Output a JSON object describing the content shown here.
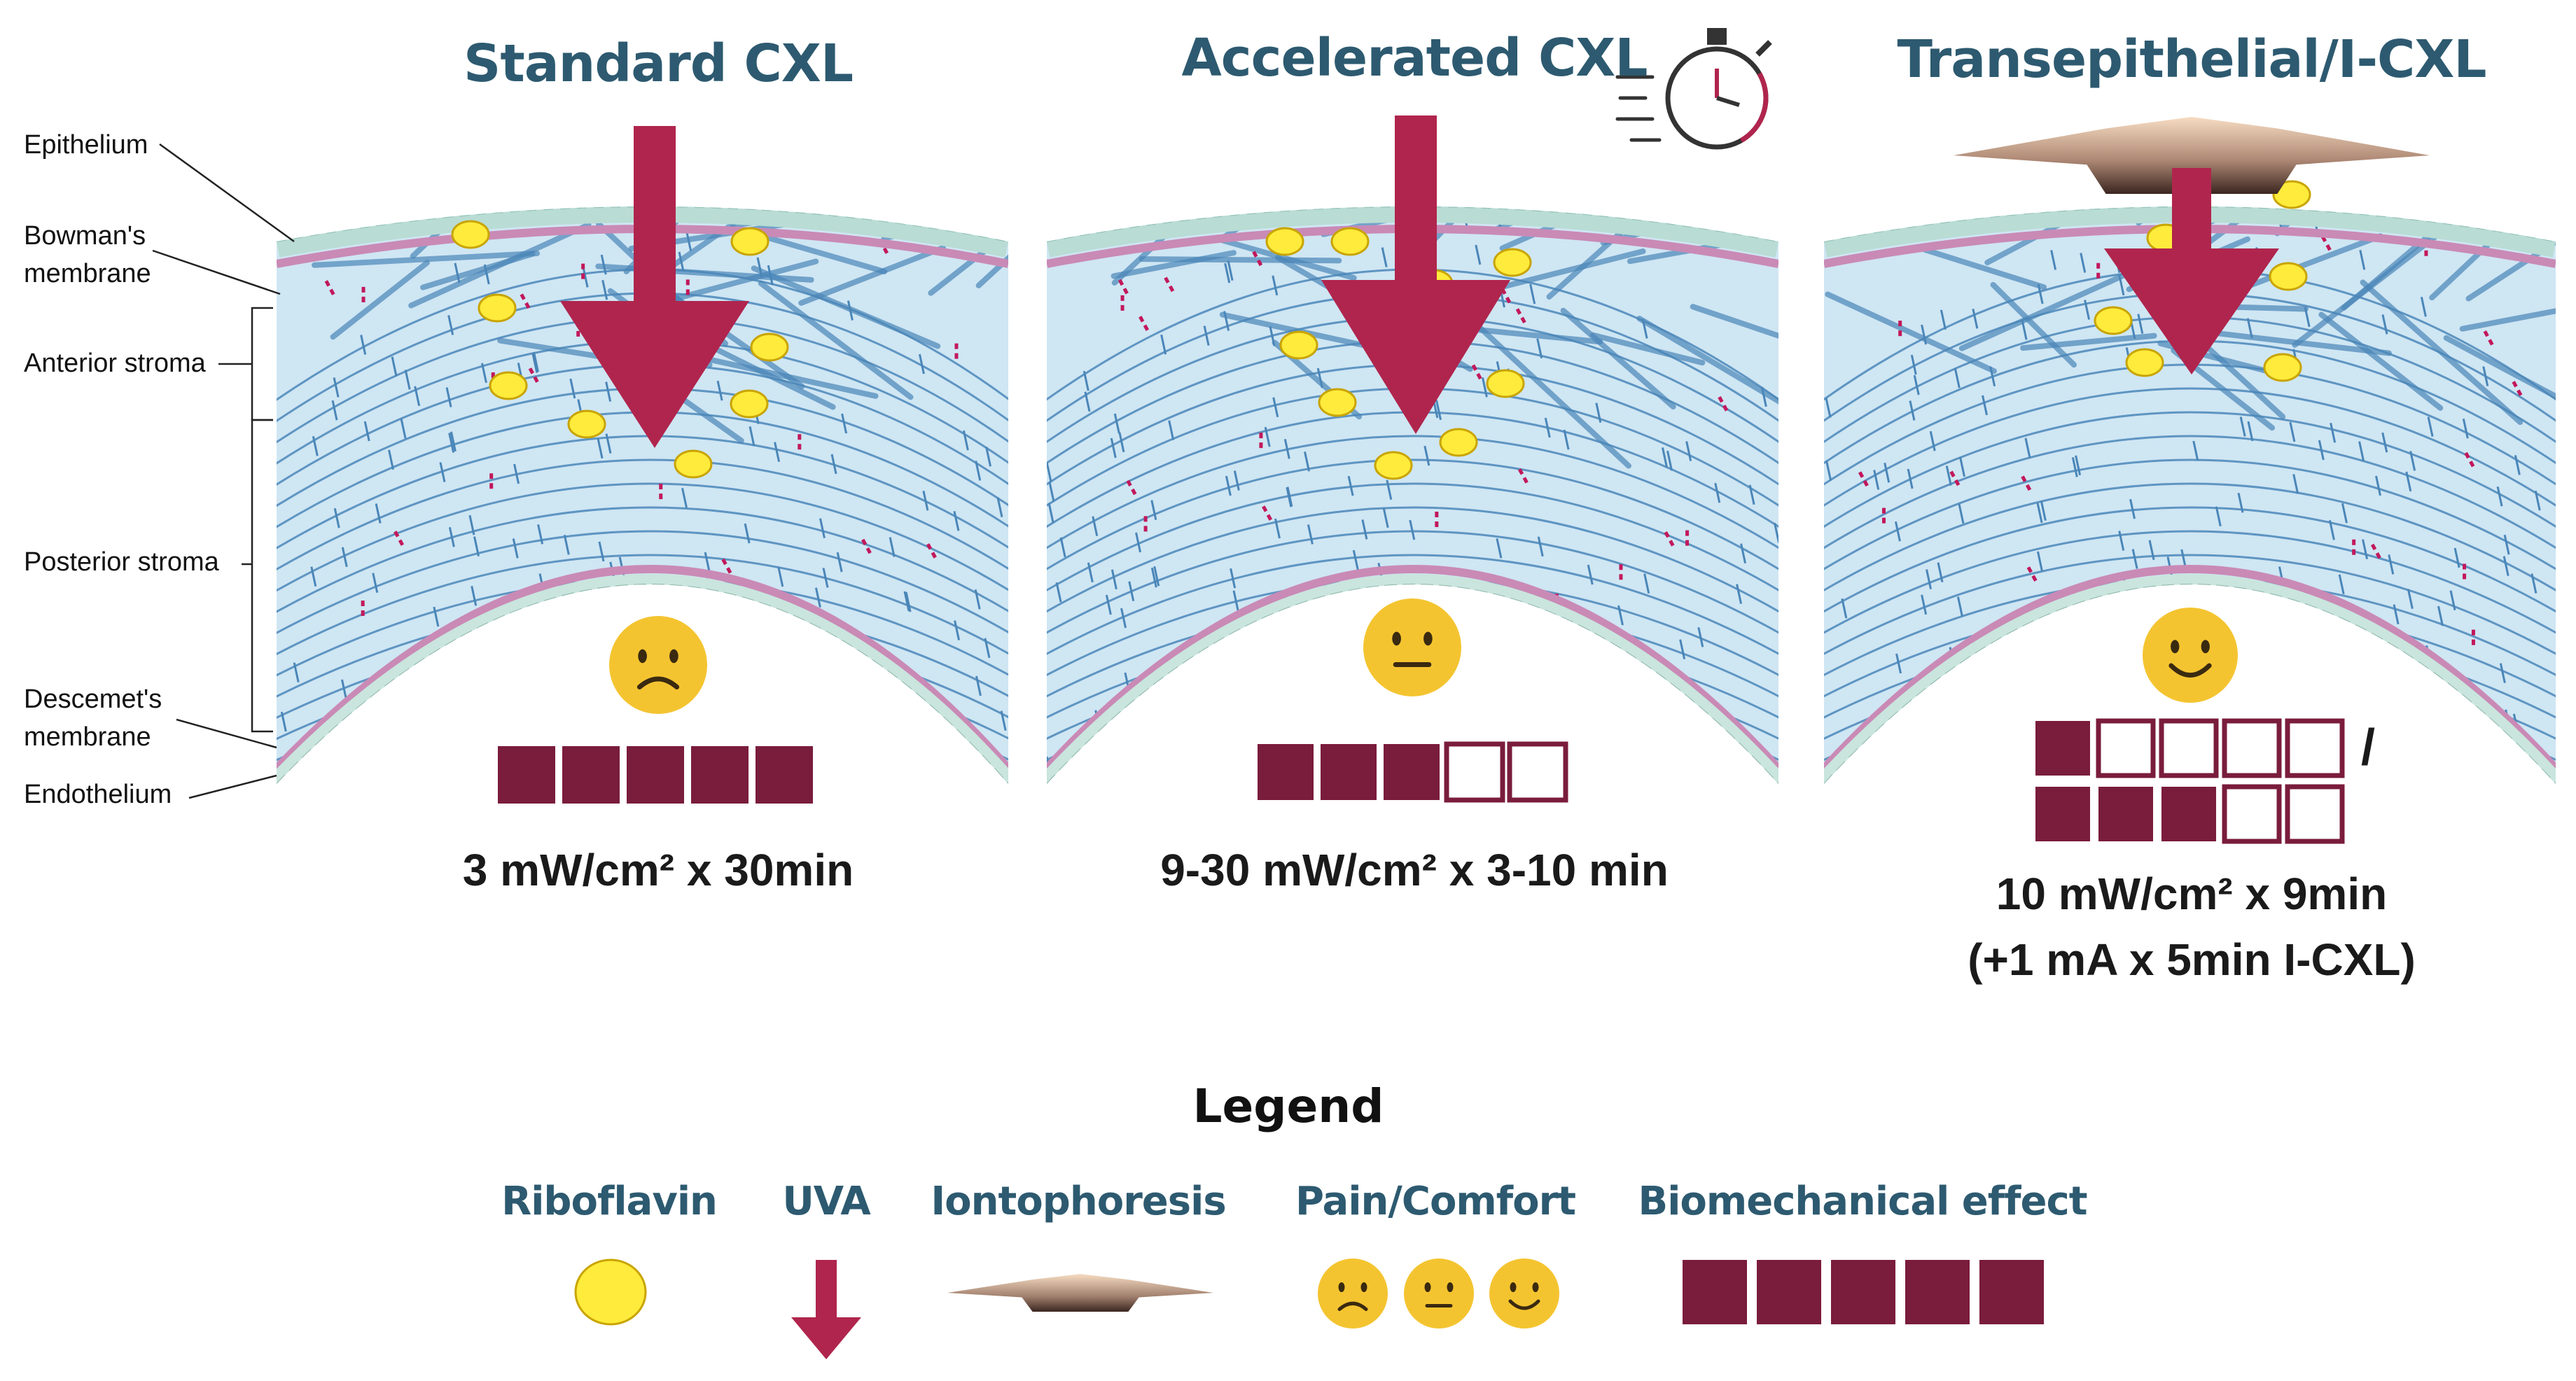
{
  "panels": [
    {
      "title": "Standard CXL",
      "params": [
        "3 mW/cm² x 30min"
      ],
      "comfort": "frown",
      "effect_rows": [
        5
      ]
    },
    {
      "title": "Accelerated CXL",
      "params": [
        "9-30 mW/cm² x 3-10 min"
      ],
      "comfort": "neutral",
      "effect_rows": [
        3
      ],
      "extra_icon": "stopwatch-icon"
    },
    {
      "title": "Transepithelial/I-CXL",
      "params": [
        "10 mW/cm² x 9min",
        "(+1 mA x 5min I-CXL)"
      ],
      "comfort": "smile",
      "effect_rows": [
        1,
        3
      ],
      "effect_separator": "/"
    }
  ],
  "anatomy_labels": {
    "epithelium": "Epithelium",
    "bowman": [
      "Bowman's",
      "membrane"
    ],
    "anterior_stroma": "Anterior stroma",
    "posterior_stroma": "Posterior stroma",
    "descemet": [
      "Descemet's",
      "membrane"
    ],
    "endothelium": "Endothelium"
  },
  "legend": {
    "title": "Legend",
    "items": [
      "Riboflavin",
      "UVA",
      "Iontophoresis",
      "Pain/Comfort",
      "Biomechanical effect"
    ],
    "effect_max": 5
  },
  "colors": {
    "title": "#2d5a70",
    "uva_arrow": "#b0254d",
    "effect_fill": "#7a1c3c",
    "riboflavin": "#ffeb3b",
    "riboflavin_stroke": "#c8a400",
    "stroma_bg": "#cfe6f3",
    "fiber_stroke": "#4a86b8",
    "membrane": "#c98ab6",
    "emoji": "#f4c430"
  }
}
